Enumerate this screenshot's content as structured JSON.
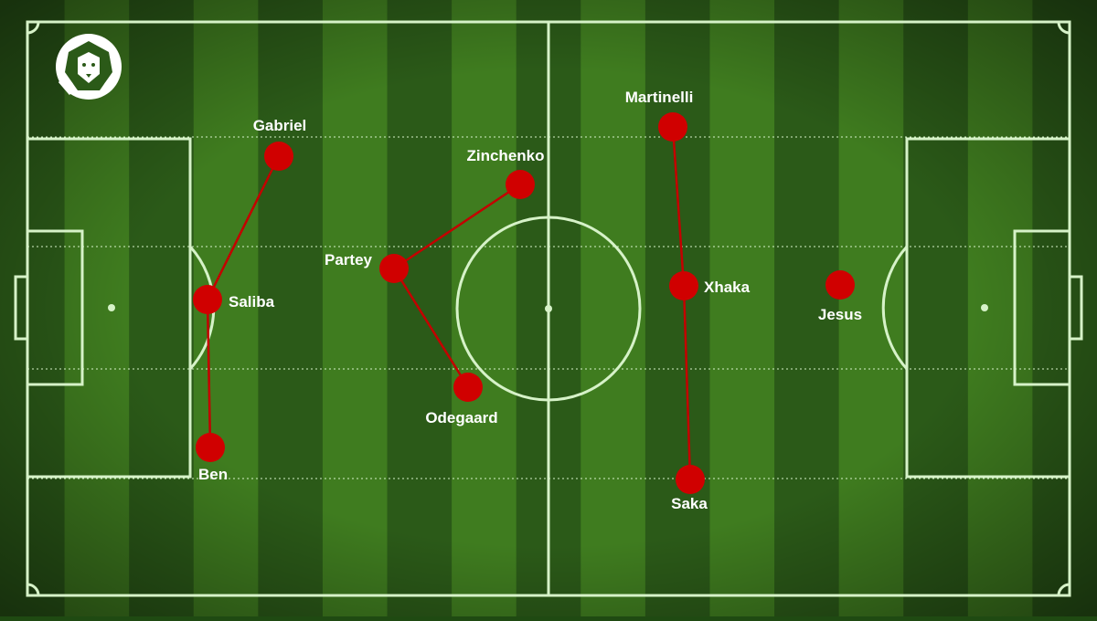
{
  "colors": {
    "stripe_dark": "#2b5a18",
    "stripe_light": "#3f7c1f",
    "line": "#d6f2c8",
    "player": "#d00000",
    "link": "#c40000",
    "label": "#ffffff"
  },
  "logo": {
    "icon": "lion-head-icon"
  },
  "players": [
    {
      "id": "gabriel",
      "name": "Gabriel"
    },
    {
      "id": "saliba",
      "name": "Saliba"
    },
    {
      "id": "ben",
      "name": "Ben"
    },
    {
      "id": "partey",
      "name": "Partey"
    },
    {
      "id": "zinchenko",
      "name": "Zinchenko"
    },
    {
      "id": "odegaard",
      "name": "Odegaard"
    },
    {
      "id": "martinelli",
      "name": "Martinelli"
    },
    {
      "id": "xhaka",
      "name": "Xhaka"
    },
    {
      "id": "saka",
      "name": "Saka"
    },
    {
      "id": "jesus",
      "name": "Jesus"
    }
  ],
  "links": [
    [
      "gabriel",
      "saliba"
    ],
    [
      "saliba",
      "ben"
    ],
    [
      "zinchenko",
      "partey"
    ],
    [
      "partey",
      "odegaard"
    ],
    [
      "martinelli",
      "xhaka"
    ],
    [
      "xhaka",
      "saka"
    ]
  ]
}
